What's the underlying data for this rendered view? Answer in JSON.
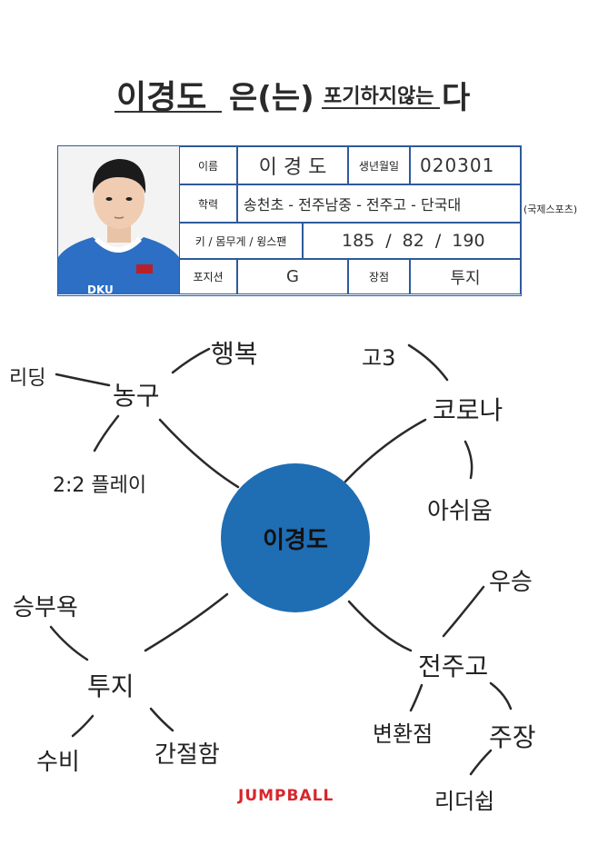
{
  "title": {
    "name": "이경도",
    "particle": "은(는)",
    "phrase_small": "포기하지않는",
    "phrase_end": "다"
  },
  "profile": {
    "labels": {
      "name": "이름",
      "birthdate": "생년월일",
      "education": "학력",
      "body": "키 / 몸무게 / 윙스팬",
      "position": "포지션",
      "strength": "장점"
    },
    "values": {
      "name": "이 경 도",
      "birthdate": "020301",
      "education": "송천초 - 전주남중 - 전주고 - 단국대",
      "education_note": "(국제스포츠)",
      "height": "185",
      "weight": "82",
      "wingspan": "190",
      "position": "G",
      "strength": "투지"
    }
  },
  "mindmap": {
    "center": "이경도",
    "nodes": {
      "basketball": "농구",
      "reading": "리딩",
      "happiness": "행복",
      "play22": "2:2 플레이",
      "corona": "코로나",
      "high3": "고3",
      "regret": "아쉬움",
      "grit": "투지",
      "winning_desire": "승부욕",
      "defense": "수비",
      "earnest": "간절함",
      "jeonju_high": "전주고",
      "victory": "우승",
      "turning_point": "변환점",
      "captain": "주장",
      "leadership": "리더쉽"
    }
  },
  "brand": {
    "logo_text": "JUMPBALL",
    "color": "#d6262d"
  },
  "colors": {
    "accent_blue": "#1f6db3",
    "table_border": "#2e5b9a"
  }
}
